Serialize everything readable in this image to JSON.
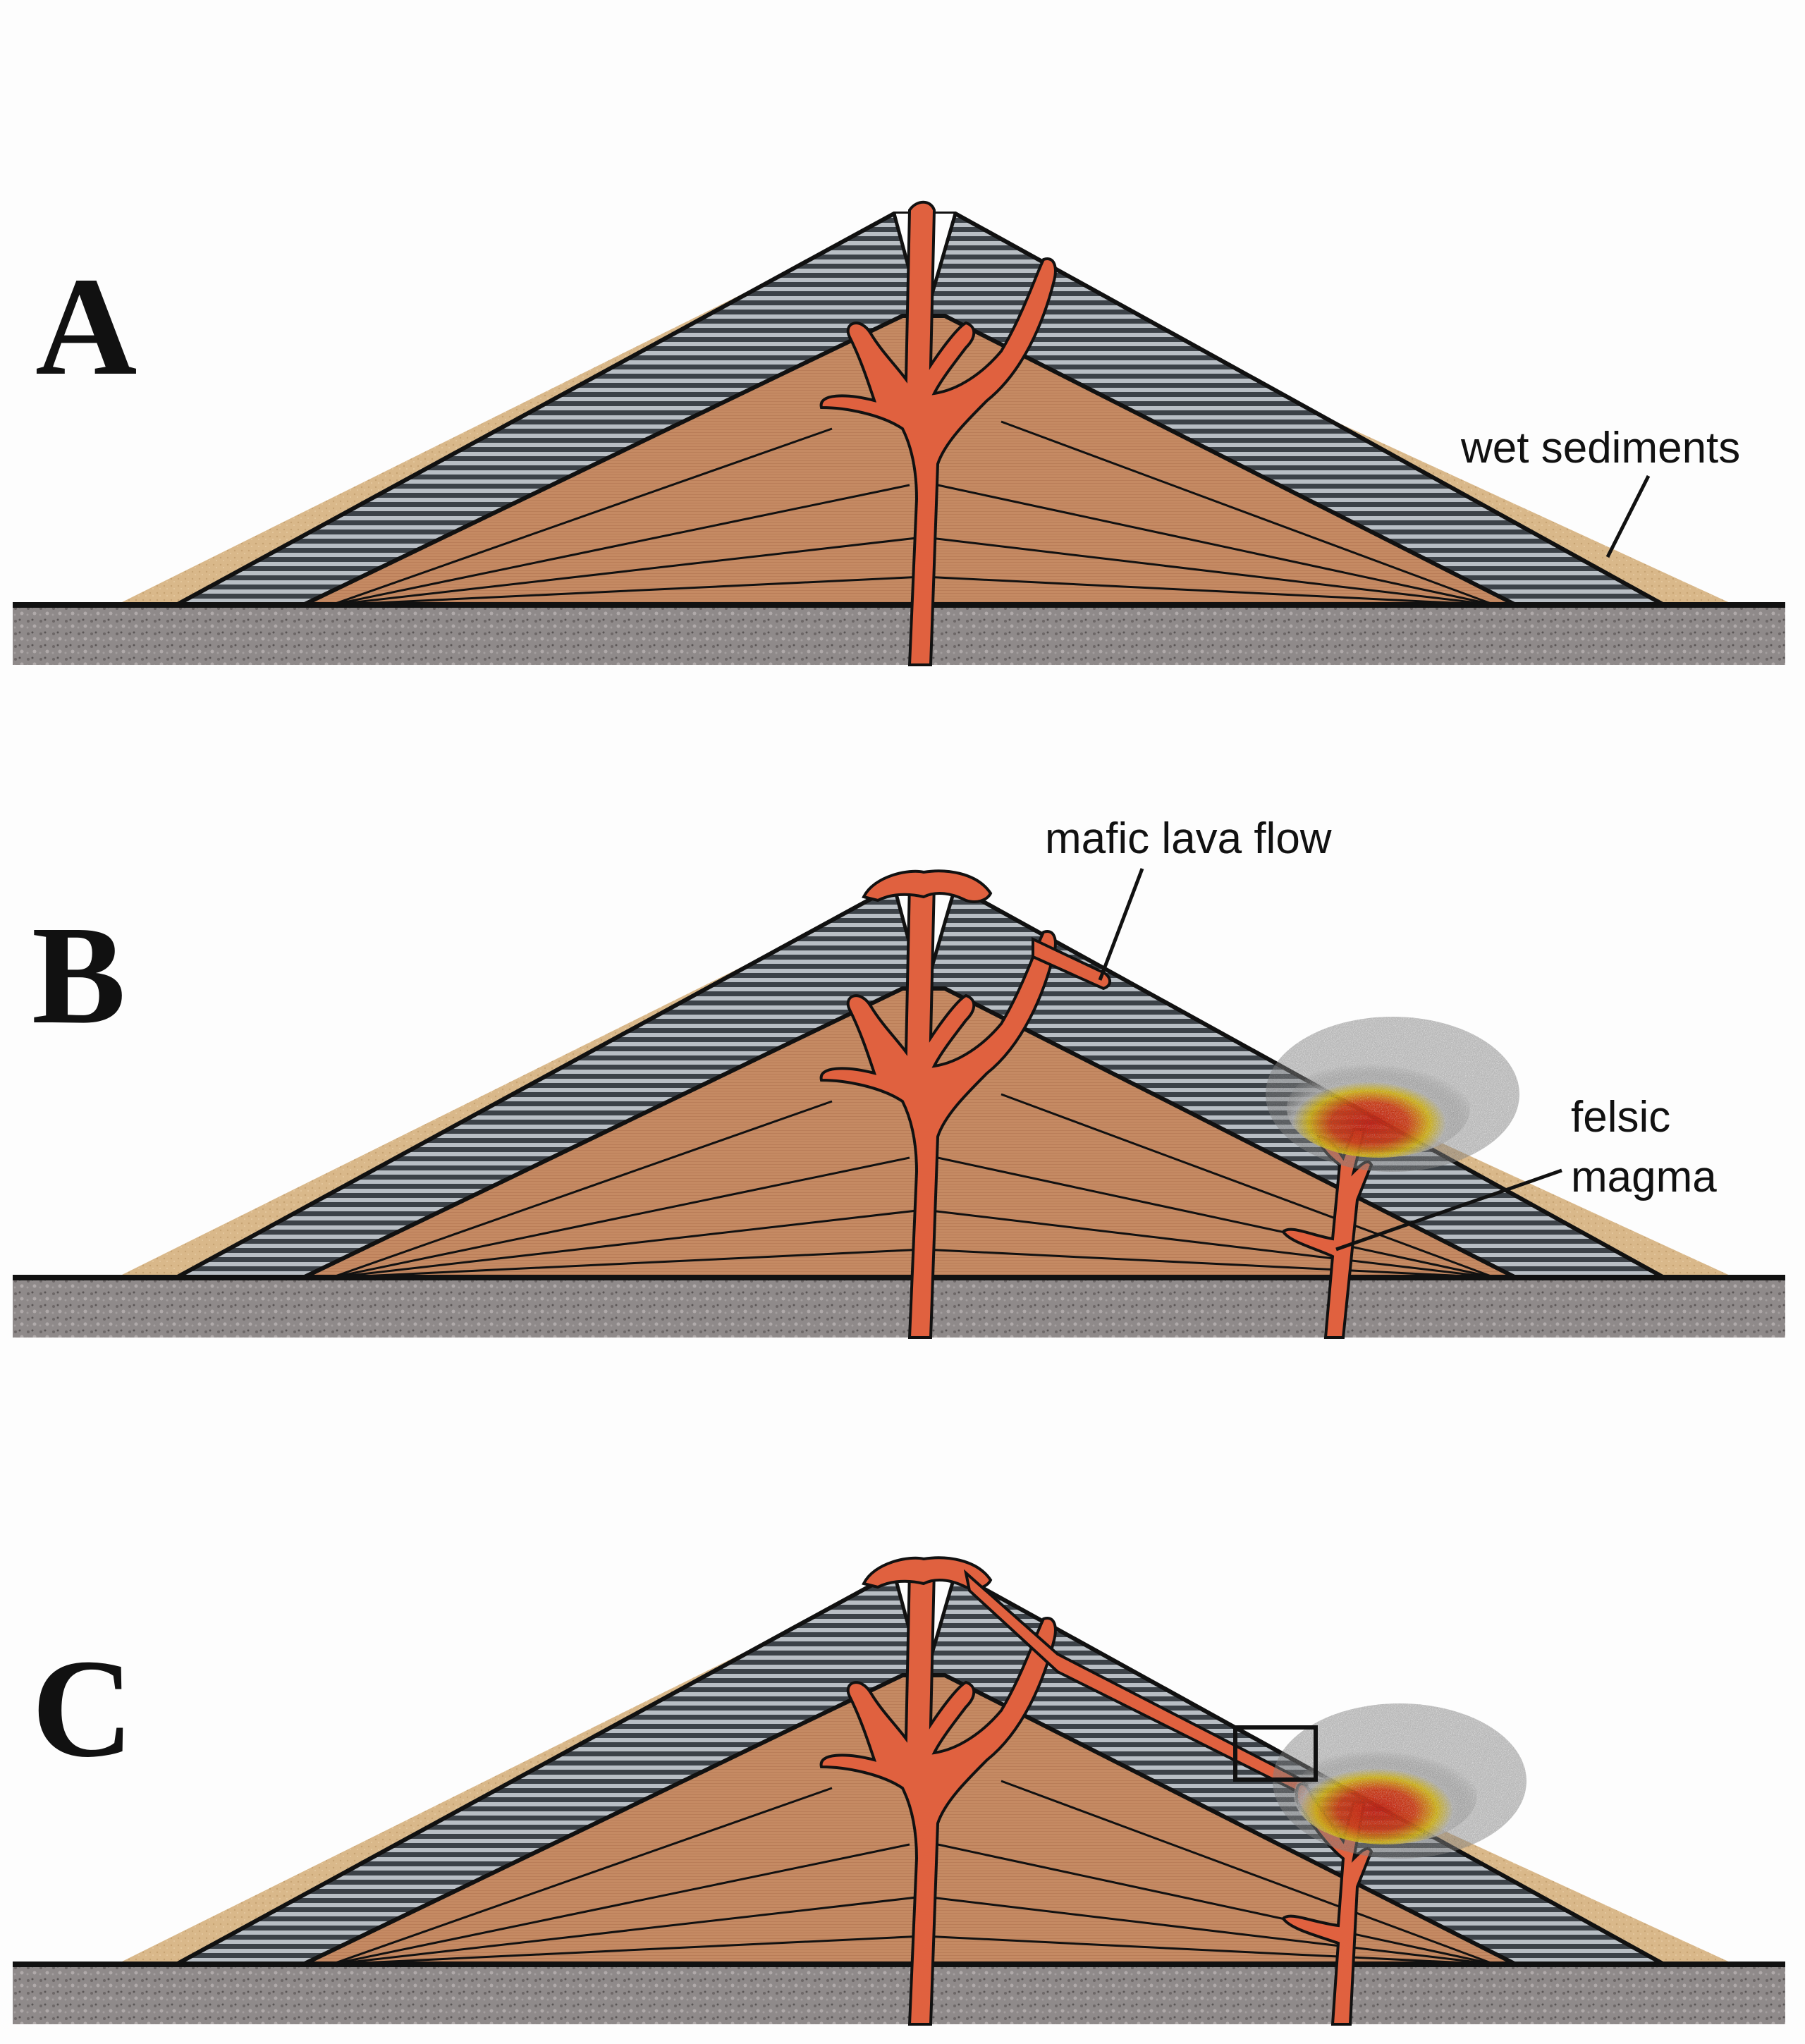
{
  "panels": [
    {
      "letter": "A",
      "annotations": [
        {
          "text": "wet sediments"
        }
      ]
    },
    {
      "letter": "B",
      "annotations": [
        {
          "text": "mafic lava flow"
        },
        {
          "text": "felsic"
        },
        {
          "text": "magma"
        }
      ]
    },
    {
      "letter": "C",
      "annotations": []
    }
  ],
  "colors": {
    "background": "#fdfdfd",
    "ground": "#8f8a8a",
    "wet_sediments": "#d9b88a",
    "inner_cone": "#c58a63",
    "stratified_layer": "#3c4248",
    "stratified_stripe": "#b8bec4",
    "magma": "#e0613f",
    "outline": "#111111",
    "felsic_core_red": "#e8281a",
    "felsic_yellow": "#f2d020",
    "felsic_ash": "#9a9a9a"
  }
}
